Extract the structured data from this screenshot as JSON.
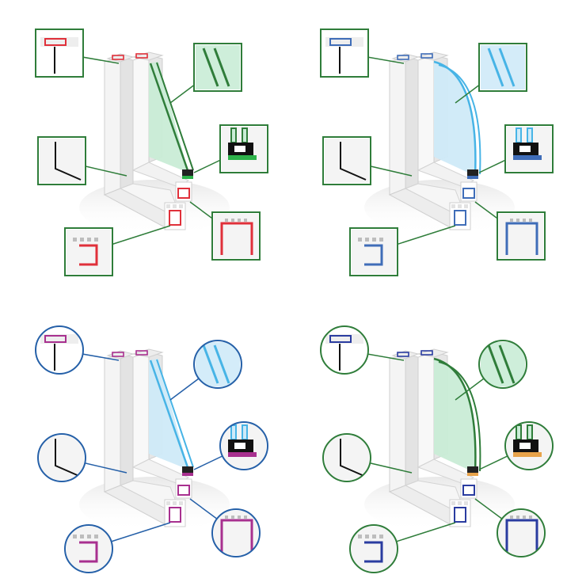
{
  "variants": [
    {
      "id": "green-straight",
      "accent": "#2f7d3a",
      "inner_accent": "#e0303a",
      "glass": "#c9ecd6",
      "glass_line": "#2f7d3a",
      "seal": "#2db24a",
      "callout_shape": "square",
      "glass_style": "straight"
    },
    {
      "id": "blue-arched",
      "accent": "#2f7d3a",
      "inner_accent": "#3f6db8",
      "glass": "#cfeaf8",
      "glass_line": "#47b4e6",
      "seal": "#3f6db8",
      "callout_shape": "square",
      "glass_style": "arched"
    },
    {
      "id": "purple-straight",
      "accent": "#2560a8",
      "inner_accent": "#a8308f",
      "glass": "#cfeaf8",
      "glass_line": "#47b4e6",
      "seal": "#a8308f",
      "callout_shape": "circle",
      "glass_style": "straight"
    },
    {
      "id": "navy-arched",
      "accent": "#2f7d3a",
      "inner_accent": "#2a3ca0",
      "glass": "#c9ecd6",
      "glass_line": "#2f7d3a",
      "seal": "#e8a34a",
      "callout_shape": "circle",
      "glass_style": "arched"
    }
  ]
}
